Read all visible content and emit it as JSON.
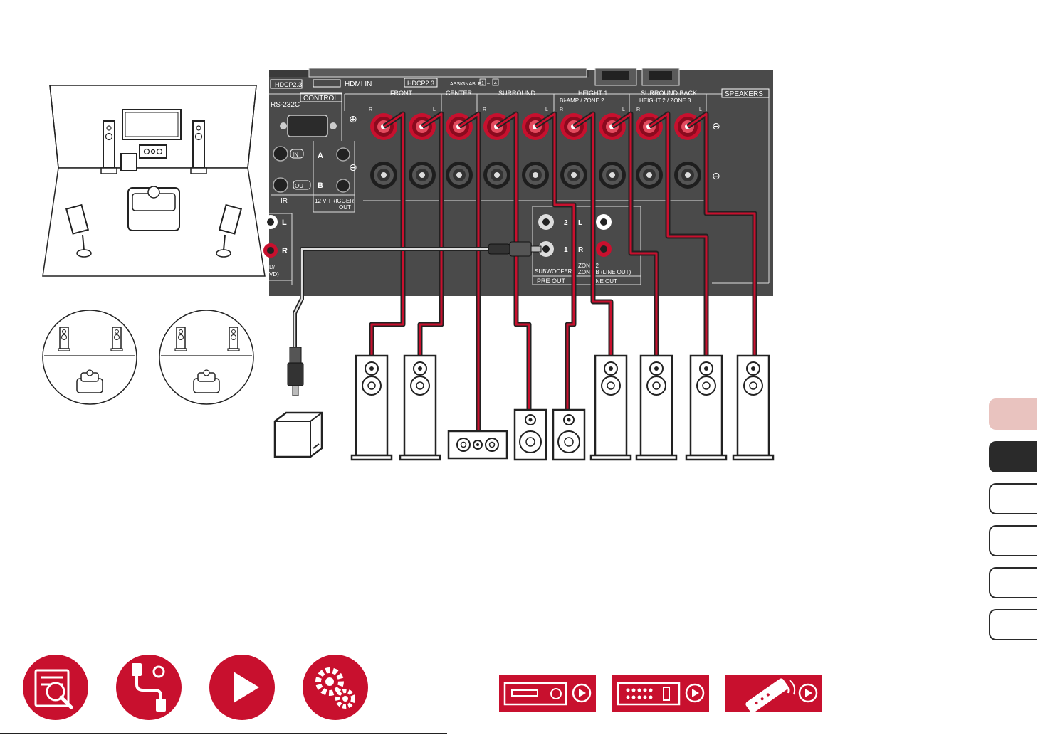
{
  "panel": {
    "hdmi_in": "HDMI IN",
    "hdcp_left": "HDCP2.3",
    "hdcp_right": "HDCP2.3",
    "assignable": "ASSIGNABLE",
    "assign_1": "1",
    "assign_dash": "–",
    "assign_4": "4",
    "control": "CONTROL",
    "rs232c": "RS-232C",
    "front": "FRONT",
    "center": "CENTER",
    "surround": "SURROUND",
    "height1": "HEIGHT 1",
    "biamp_zone2": "Bi-AMP / ZONE 2",
    "surround_back": "SURROUND BACK",
    "height2_zone3": "HEIGHT 2 / ZONE 3",
    "speakers": "SPEAKERS",
    "ch_r": "R",
    "ch_l": "L",
    "plus": "⊕",
    "minus": "⊖",
    "ir_in": "IN",
    "ir_out": "OUT",
    "ir": "IR",
    "trigger_a": "A",
    "trigger_b": "B",
    "trigger_label": "12 V TRIGGER",
    "trigger_out": "OUT",
    "audio_l": "L",
    "audio_r": "R",
    "dvd_1": "D/",
    "dvd_2": "VD)",
    "pre_2": "2",
    "pre_1": "1",
    "pre_l": "L",
    "pre_r": "R",
    "subwoofer": "SUBWOOFER",
    "zone2_label": "ZONE 2",
    "zone3_label": "ZONE B (LINE OUT)",
    "pre_out": "PRE OUT",
    "line_out": "LINE OUT"
  },
  "colors": {
    "panel": "#4a4a4a",
    "accent": "#c8102e",
    "nav": "#c8102e",
    "tab_pink": "#e9c3bf",
    "tab_dark": "#2a2a2a"
  },
  "nav": {
    "icons": [
      "contents-icon",
      "connections-icon",
      "playback-icon",
      "setup-icon"
    ]
  },
  "panel_buttons": {
    "icons": [
      "front-panel-icon",
      "rear-panel-icon",
      "remote-icon"
    ]
  }
}
